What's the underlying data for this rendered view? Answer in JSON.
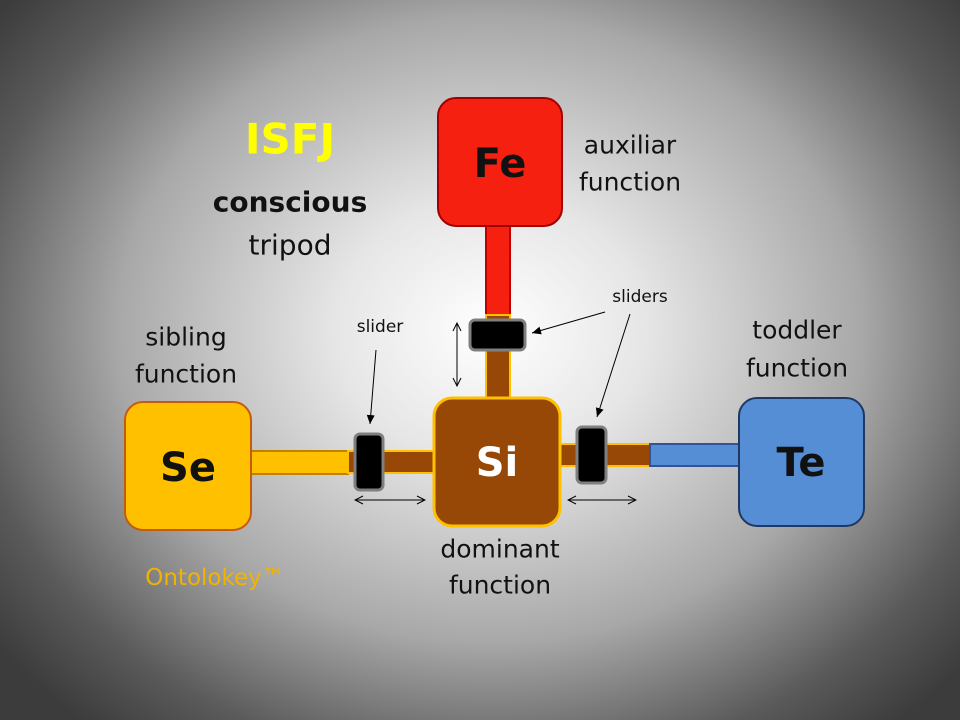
{
  "title": "ISFJ",
  "subtitle_bold": "conscious",
  "subtitle": "tripod",
  "brand": "Ontolokey™",
  "functions": {
    "dominant": {
      "code": "Si",
      "label1": "dominant",
      "label2": "function",
      "color": "#974806"
    },
    "auxiliar": {
      "code": "Fe",
      "label1": "auxiliar",
      "label2": "function",
      "color": "#f5200f"
    },
    "sibling": {
      "code": "Se",
      "label1": "sibling",
      "label2": "function",
      "color": "#ffc000"
    },
    "toddler": {
      "code": "Te",
      "label1": "toddler",
      "label2": "function",
      "color": "#558ed5"
    }
  },
  "annotations": {
    "slider": "slider",
    "sliders": "sliders"
  }
}
